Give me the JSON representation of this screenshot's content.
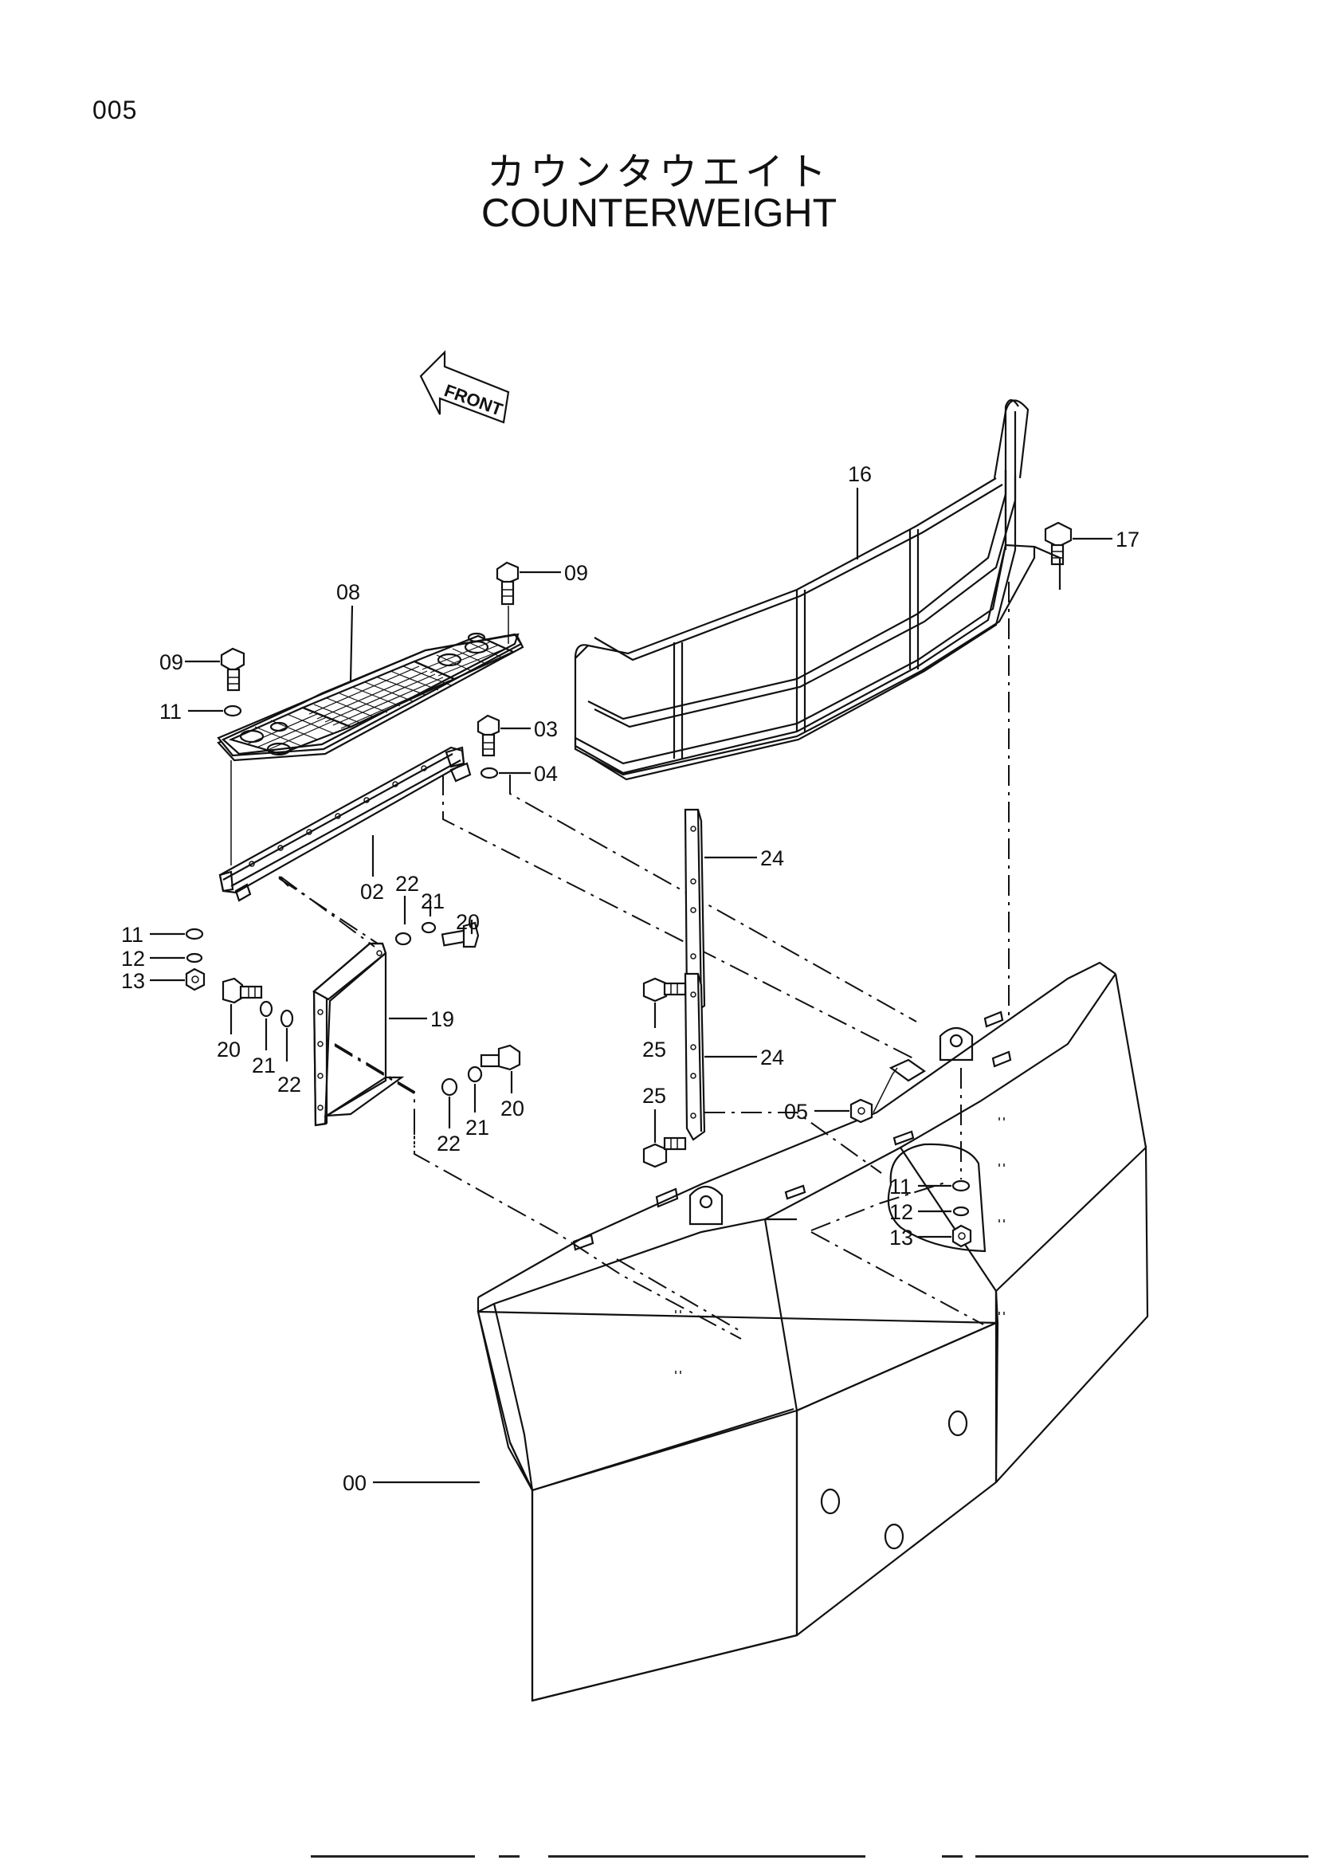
{
  "page_number": "005",
  "title_ja": "カウンタウエイト",
  "title_en": "COUNTERWEIGHT",
  "front_label": "FRONT",
  "callouts": {
    "c00": "00",
    "c02": "02",
    "c03": "03",
    "c04": "04",
    "c05": "05",
    "c08": "08",
    "c09a": "09",
    "c09b": "09",
    "c11a": "11",
    "c11b": "11",
    "c11c": "11",
    "c12a": "12",
    "c12b": "12",
    "c13a": "13",
    "c13b": "13",
    "c16": "16",
    "c17": "17",
    "c19": "19",
    "c20a": "20",
    "c20b": "20",
    "c20c": "20",
    "c21a": "21",
    "c21b": "21",
    "c21c": "21",
    "c22a": "22",
    "c22b": "22",
    "c22c": "22",
    "c24a": "24",
    "c24b": "24",
    "c25a": "25",
    "c25b": "25"
  }
}
